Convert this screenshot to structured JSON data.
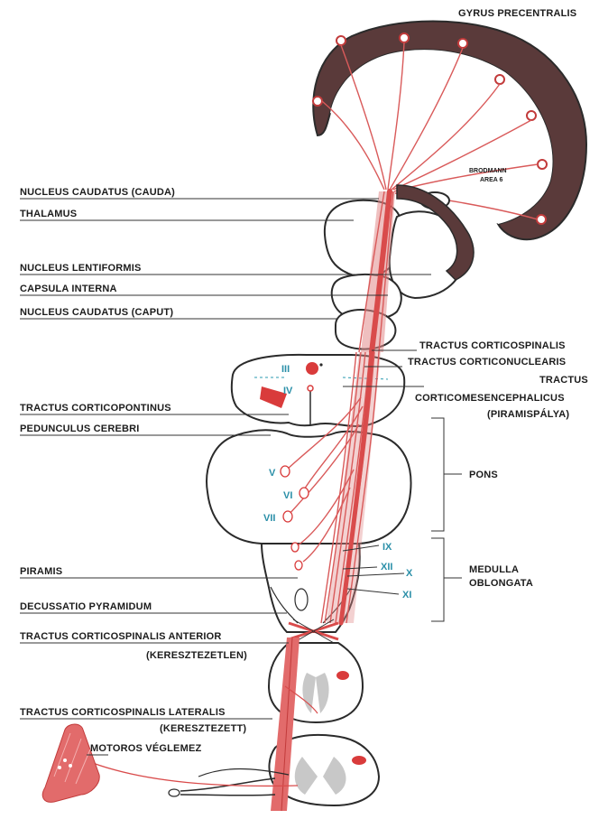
{
  "labels": {
    "gyrus_precentralis": "GYRUS PRECENTRALIS",
    "brodmann_1": "BRODMANN",
    "brodmann_2": "AREA 6",
    "nucleus_caudatus_cauda": "NUCLEUS CAUDATUS (CAUDA)",
    "thalamus": "THALAMUS",
    "nucleus_lentiformis": "NUCLEUS LENTIFORMIS",
    "capsula_interna": "CAPSULA INTERNA",
    "nucleus_caudatus_caput": "NUCLEUS CAUDATUS (CAPUT)",
    "tractus_corticospinalis": "TRACTUS CORTICOSPINALIS",
    "tractus_corticonuclearis": "TRACTUS CORTICONUCLEARIS",
    "tractus": "TRACTUS",
    "corticomesencephalicus": "CORTICOMESENCEPHALICUS",
    "piramispalya": "(PIRAMISPÁLYA)",
    "tractus_corticopontinus": "TRACTUS CORTICOPONTINUS",
    "pedunculus_cerebri": "PEDUNCULUS CEREBRI",
    "pons": "PONS",
    "medulla_1": "MEDULLA",
    "medulla_2": "OBLONGATA",
    "piramis": "PIRAMIS",
    "decussatio": "DECUSSATIO PYRAMIDUM",
    "anterior_1": "TRACTUS CORTICOSPINALIS ANTERIOR",
    "anterior_2": "(KERESZTEZETLEN)",
    "lateralis_1": "TRACTUS CORTICOSPINALIS LATERALIS",
    "lateralis_2": "(KERESZTEZETT)",
    "motoros": "MOTOROS VÉGLEMEZ"
  },
  "cranial_nerves": {
    "iii": "III",
    "iv": "IV",
    "v": "V",
    "vi": "VI",
    "vii": "VII",
    "ix": "IX",
    "xii": "XII",
    "x": "X",
    "xi": "XI"
  },
  "colors": {
    "tract": "#d94b4b",
    "cortex": "#5a3a3a",
    "nerve_label": "#2a8fa8"
  }
}
